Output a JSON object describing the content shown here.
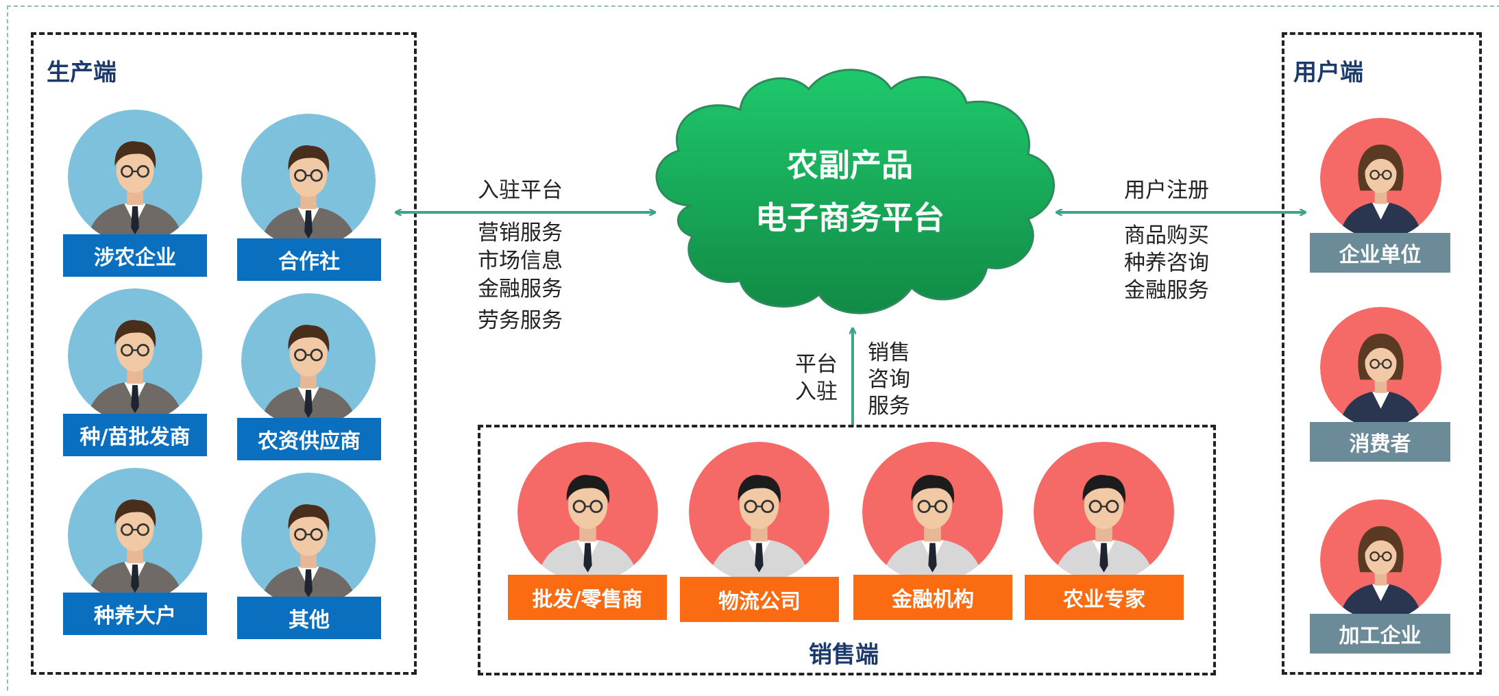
{
  "platform": {
    "line1": "农副产品",
    "line2": "电子商务平台"
  },
  "producer": {
    "title": "生产端",
    "items": [
      {
        "label": "涉农企业"
      },
      {
        "label": "合作社"
      },
      {
        "label": "种/苗批发商"
      },
      {
        "label": "农资供应商"
      },
      {
        "label": "种养大户"
      },
      {
        "label": "其他"
      }
    ]
  },
  "user": {
    "title": "用户端",
    "items": [
      {
        "label": "企业单位"
      },
      {
        "label": "消费者"
      },
      {
        "label": "加工企业"
      }
    ]
  },
  "sales": {
    "title": "销售端",
    "items": [
      {
        "label": "批发/零售商"
      },
      {
        "label": "物流公司"
      },
      {
        "label": "金融机构"
      },
      {
        "label": "农业专家"
      }
    ]
  },
  "left_link": {
    "top": "入驻平台",
    "services": [
      "营销服务",
      "市场信息",
      "金融服务",
      "劳务服务"
    ]
  },
  "right_link": {
    "top": "用户注册",
    "services": [
      "商品购买",
      "种养咨询",
      "金融服务"
    ]
  },
  "bottom_link": {
    "left": [
      "平台",
      "入驻"
    ],
    "right": [
      "销售",
      "咨询",
      "服务"
    ]
  },
  "colors": {
    "producer_label": "#0a6fbe",
    "sales_label": "#fb6c12",
    "user_label": "#6b8b99",
    "cloud": "#1aa55a",
    "arrow": "#3aa58a",
    "avatar_blue": "#7ec1dc",
    "avatar_red": "#f56a66"
  }
}
